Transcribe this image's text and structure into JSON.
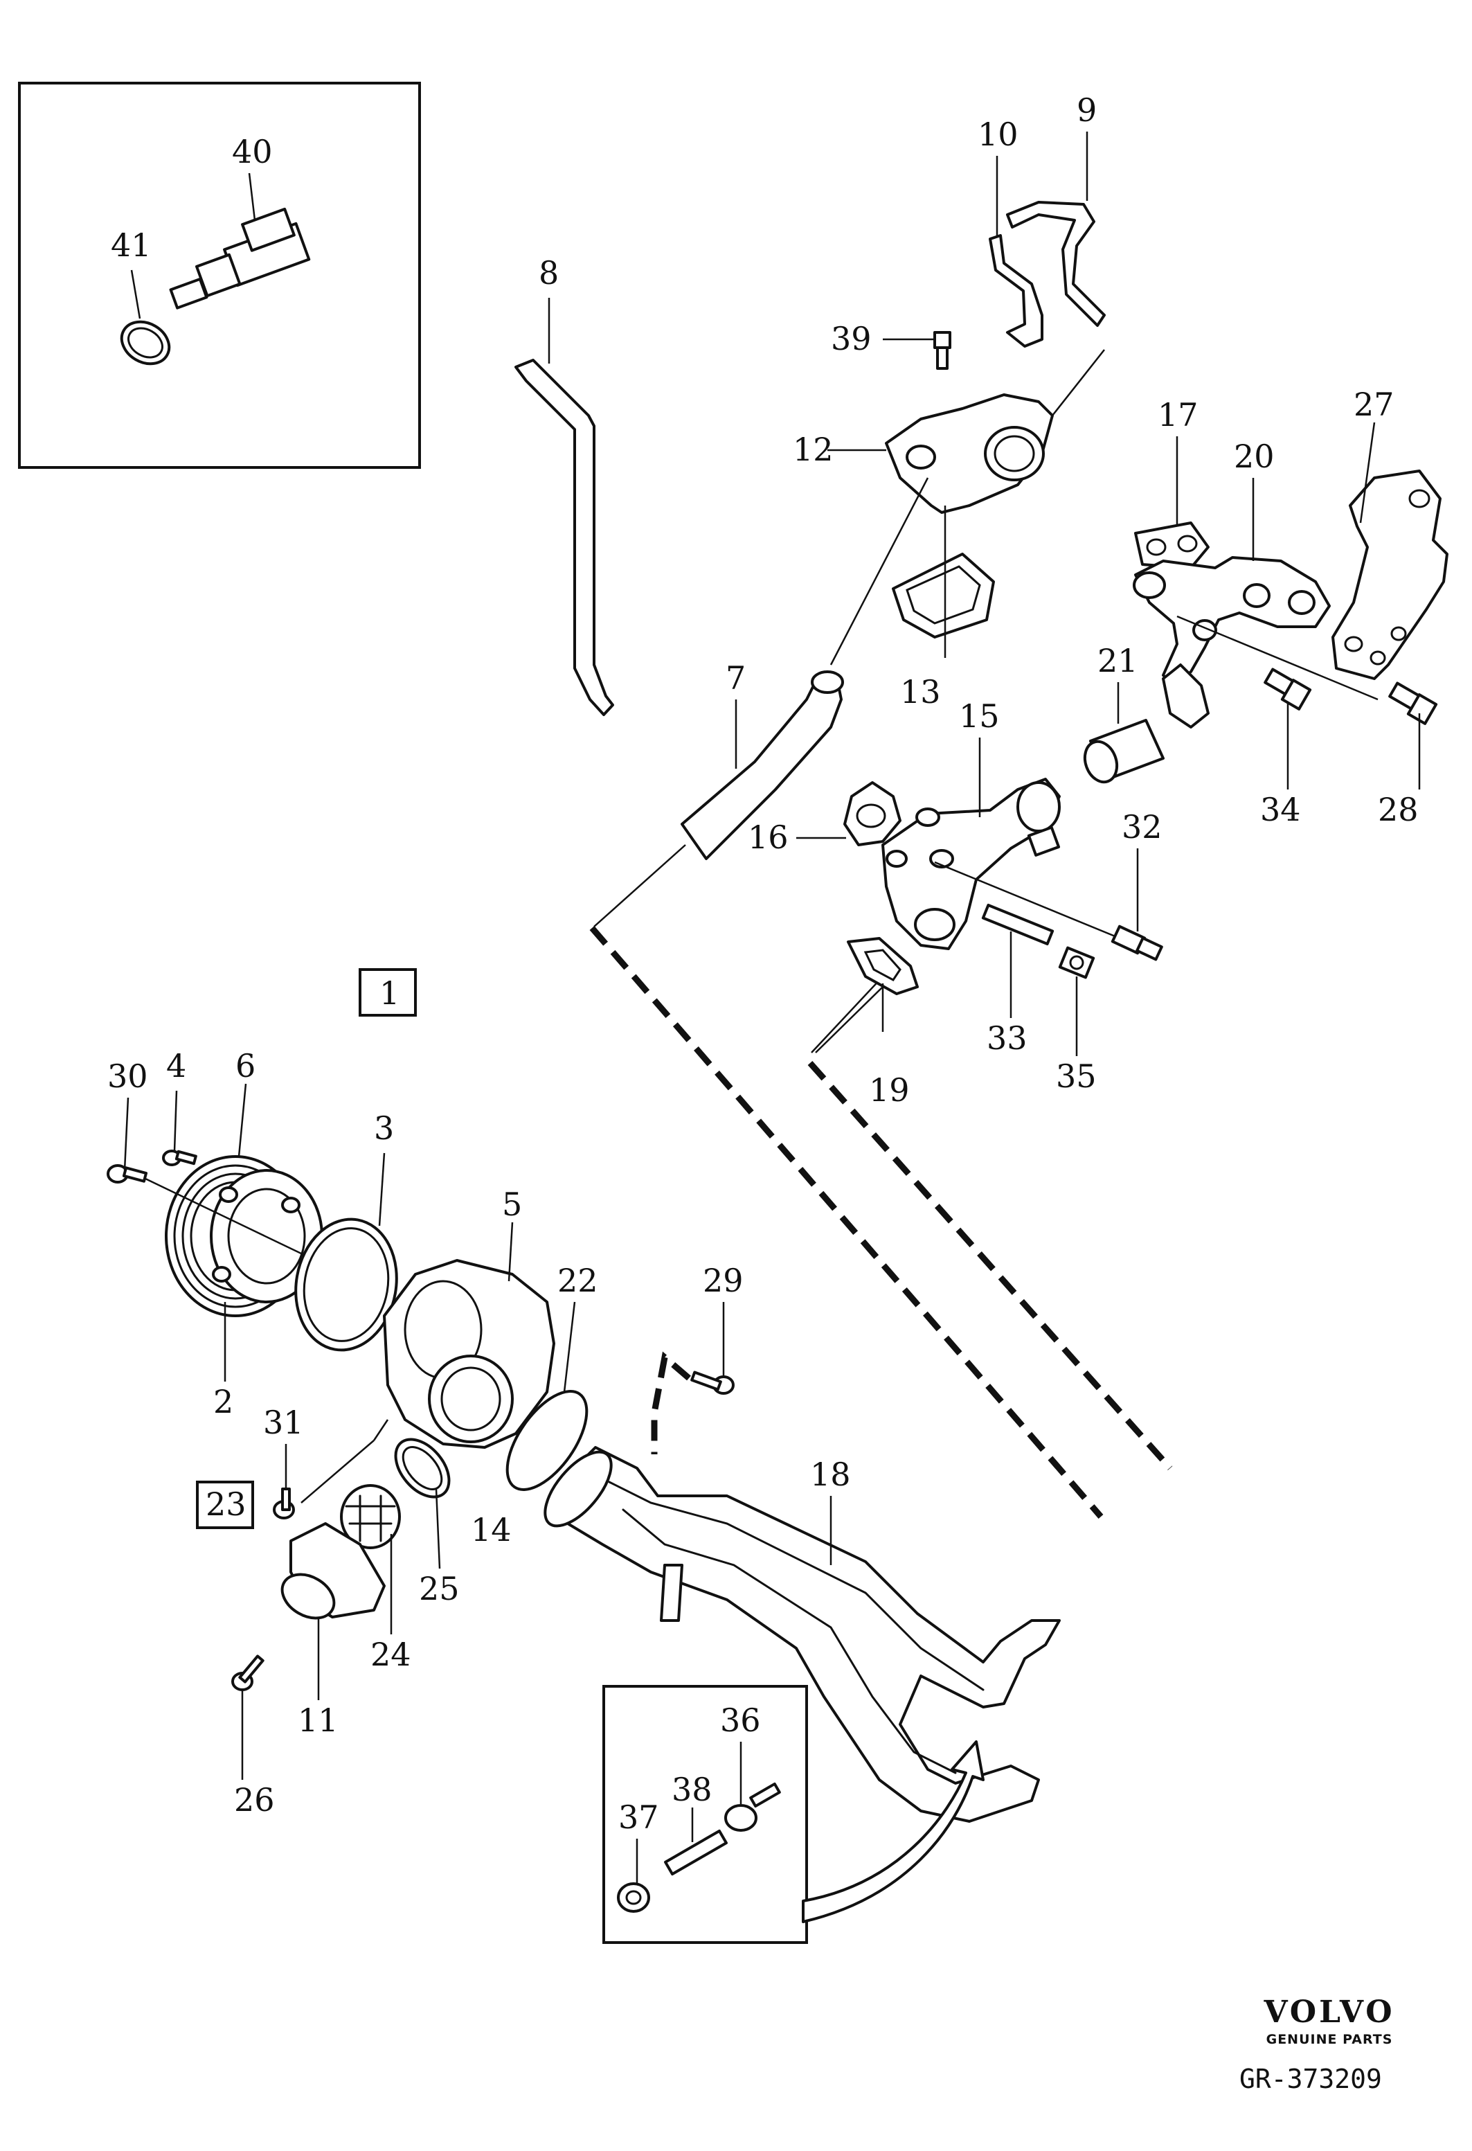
{
  "callouts": {
    "c1": "1",
    "c2": "2",
    "c3": "3",
    "c4": "4",
    "c5": "5",
    "c6": "6",
    "c7": "7",
    "c8": "8",
    "c9": "9",
    "c10": "10",
    "c11": "11",
    "c12": "12",
    "c13": "13",
    "c14": "14",
    "c15": "15",
    "c16": "16",
    "c17": "17",
    "c18": "18",
    "c19": "19",
    "c20": "20",
    "c21": "21",
    "c22": "22",
    "c23": "23",
    "c24": "24",
    "c25": "25",
    "c26": "26",
    "c27": "27",
    "c28": "28",
    "c29": "29",
    "c30": "30",
    "c31": "31",
    "c32": "32",
    "c33": "33",
    "c34": "34",
    "c35": "35",
    "c36": "36",
    "c37": "37",
    "c38": "38",
    "c39": "39",
    "c40": "40",
    "c41": "41"
  },
  "brand": {
    "logo": "VOLVO",
    "tagline": "GENUINE PARTS"
  },
  "reference": "GR-373209"
}
